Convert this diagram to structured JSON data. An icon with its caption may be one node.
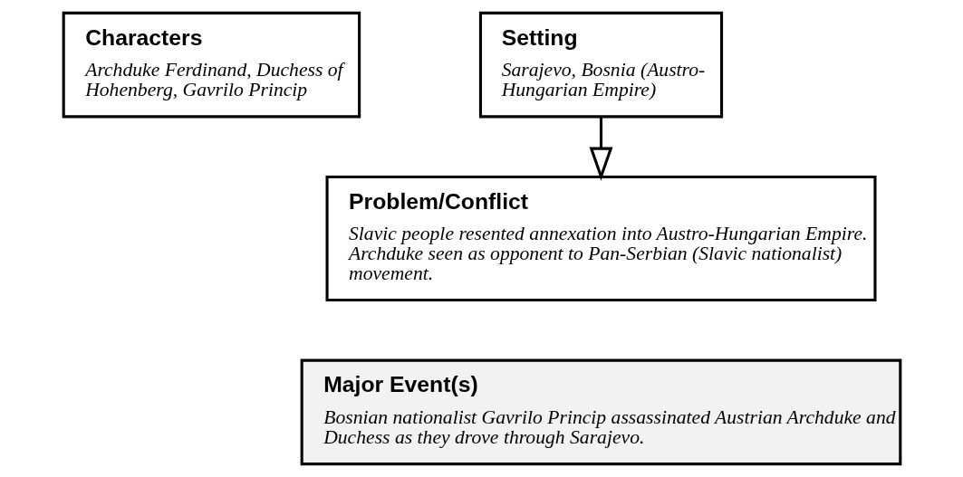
{
  "diagram": {
    "nodes": [
      {
        "text": [
          "Characters",
          "Archduke Ferdinand, Duchess of Hohenberg, Gavrilo Princip"
        ]
      },
      {
        "text": [
          "Setting",
          "Sarajevo, Bosnia (Austro-Hungarian Empire)"
        ]
      },
      {
        "text": [
          "Problem/Conflict",
          "Slavic people resented annexation into Austro-Hungarian Empire. Archduke seen as opponent to Pan-Serbian (Slavic nationalist) movement."
        ]
      },
      {
        "text": [
          "Major Event(s)",
          "Bosnian nationalist Gavrilo Princip assassinated Austrian Archduke and Duchess as they drove through Sarajevo."
        ]
      }
    ],
    "edges": [
      {
        "from": 1,
        "to": 2,
        "arrow": "to"
      }
    ]
  }
}
